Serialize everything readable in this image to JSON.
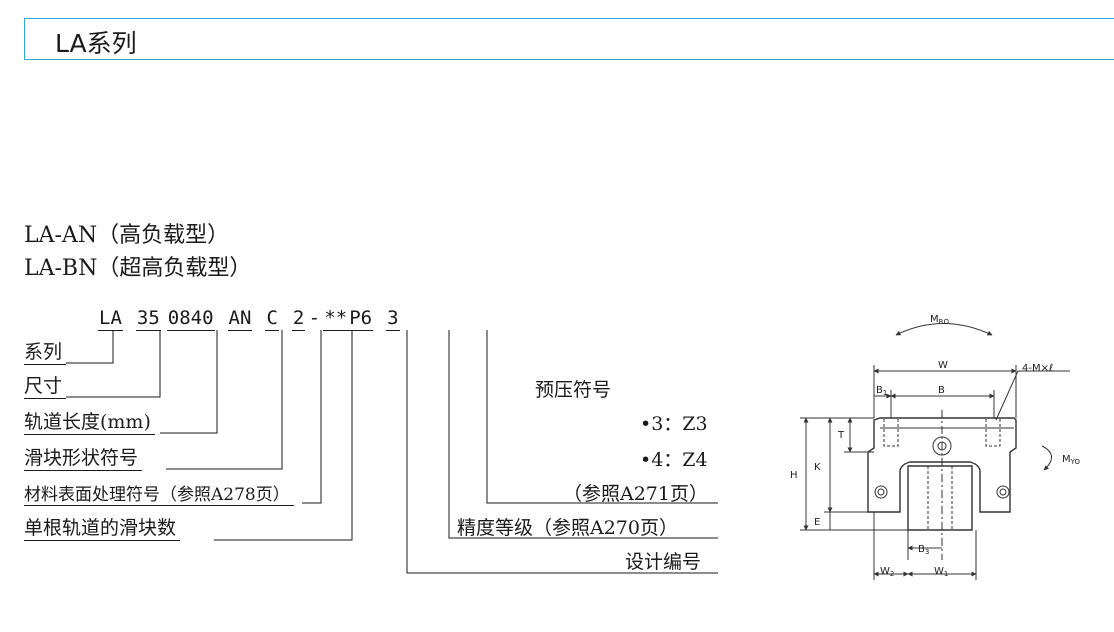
{
  "title": "LA系列",
  "headings": {
    "line1": "LA-AN（高负载型）",
    "line2": "LA-BN（超高负载型）"
  },
  "model_code": {
    "seg_series": "LA",
    "seg_size": "35",
    "seg_length": "0840",
    "seg_shape": "AN",
    "seg_surface": "C",
    "seg_blocks": "2",
    "dash": "-",
    "seg_design": "**",
    "seg_precision": "P6",
    "seg_preload": "3"
  },
  "left_labels": {
    "series": "系列",
    "size": "尺寸",
    "rail_length": "轨道长度(mm)",
    "block_shape": "滑块形状符号",
    "surface_treatment": "材料表面处理符号（参照A278页）",
    "blocks_per_rail": "单根轨道的滑块数"
  },
  "right_labels": {
    "preload_title": "预压符号",
    "preload_z3": "•3：Z3",
    "preload_z4": "•4：Z4",
    "preload_ref": "（参照A271页）",
    "precision": "精度等级（参照A270页）",
    "design_no": "设计编号"
  },
  "drawing": {
    "m_ro": "M",
    "m_ro_sub": "RO",
    "m_yo": "M",
    "m_yo_sub": "YO",
    "w": "W",
    "b": "B",
    "b1": "B",
    "b1_sub": "1",
    "b3": "B",
    "b3_sub": "3",
    "w1": "W",
    "w1_sub": "1",
    "w2": "W",
    "w2_sub": "2",
    "h": "H",
    "k": "K",
    "t": "T",
    "e": "E",
    "bolt": "4-M×ℓ"
  }
}
